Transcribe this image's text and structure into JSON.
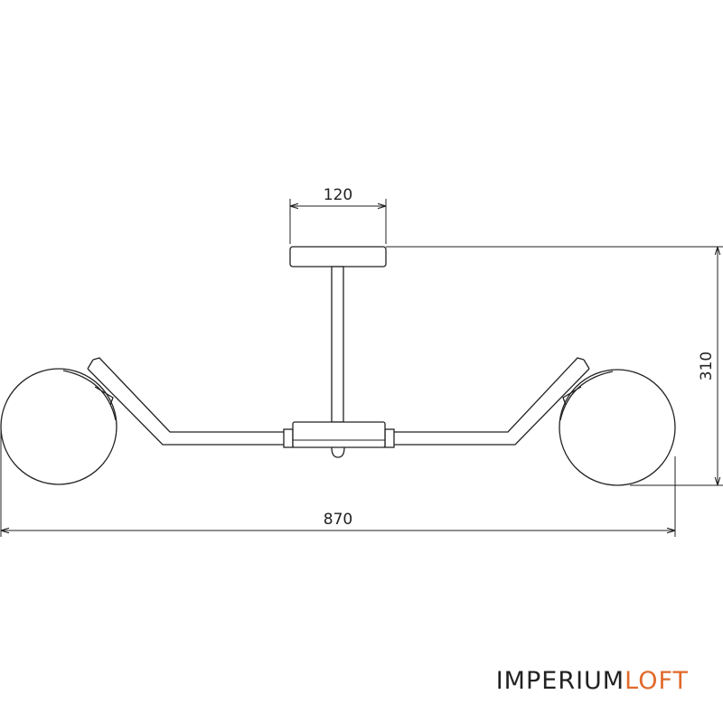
{
  "dimensions": {
    "canopy_width": "120",
    "total_height": "310",
    "total_width": "870"
  },
  "brand": {
    "part1": "IMPERIUM",
    "part2": "LOFT",
    "color_part1": "#222222",
    "color_part2": "#e06a2b"
  }
}
